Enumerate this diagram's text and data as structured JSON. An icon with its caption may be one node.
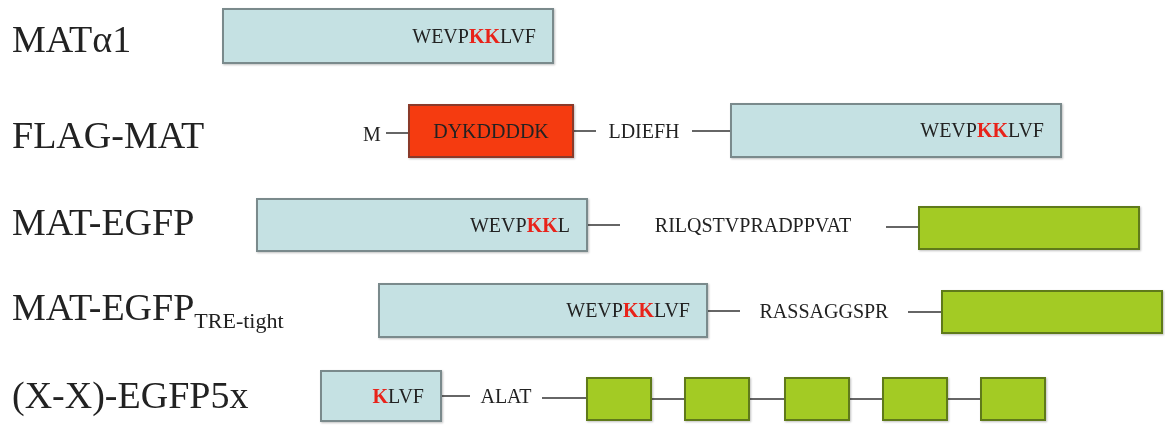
{
  "diagram": {
    "nodes": [
      {
        "text": [
          "WEVP**KK**LVF"
        ]
      },
      {
        "text": [
          "M"
        ]
      },
      {
        "text": [
          "DYKDDDDK"
        ]
      },
      {
        "text": [
          "LDIEFH"
        ]
      },
      {
        "text": [
          "WEVP**KK**LVF"
        ]
      },
      {
        "text": [
          "WEVP**KK**L"
        ]
      },
      {
        "text": [
          "RILQSTVPRADPPVAT"
        ]
      },
      {
        "text": [],
        "shape": "box"
      },
      {
        "text": [
          "WEVP**KK**LVF"
        ]
      },
      {
        "text": [
          "RASSAGGSPR"
        ]
      },
      {
        "text": [],
        "shape": "box"
      },
      {
        "text": [
          "**K**LVF"
        ]
      },
      {
        "text": [
          "ALAT"
        ]
      },
      {
        "text": [],
        "shape": "box"
      },
      {
        "text": [],
        "shape": "box"
      },
      {
        "text": [],
        "shape": "box"
      },
      {
        "text": [],
        "shape": "box"
      },
      {
        "text": [],
        "shape": "box"
      }
    ],
    "edges": [
      {
        "from": 1,
        "to": 2,
        "arrow": "none"
      },
      {
        "from": 2,
        "to": 3,
        "arrow": "none"
      },
      {
        "from": 3,
        "to": 4,
        "arrow": "none"
      },
      {
        "from": 5,
        "to": 6,
        "arrow": "none"
      },
      {
        "from": 6,
        "to": 7,
        "arrow": "none"
      },
      {
        "from": 8,
        "to": 9,
        "arrow": "none"
      },
      {
        "from": 9,
        "to": 10,
        "arrow": "none"
      },
      {
        "from": 11,
        "to": 12,
        "arrow": "none"
      },
      {
        "from": 12,
        "to": 13,
        "arrow": "none"
      },
      {
        "from": 13,
        "to": 14,
        "arrow": "none"
      },
      {
        "from": 14,
        "to": 15,
        "arrow": "none"
      },
      {
        "from": 15,
        "to": 16,
        "arrow": "none"
      },
      {
        "from": 16,
        "to": 17,
        "arrow": "none"
      }
    ],
    "labels": [
      "MATα1",
      "FLAG-MAT",
      "MAT-EGFP",
      "MAT-EGFP$_{TRE-tight}$",
      "(X-X)-EGFP5x"
    ]
  }
}
